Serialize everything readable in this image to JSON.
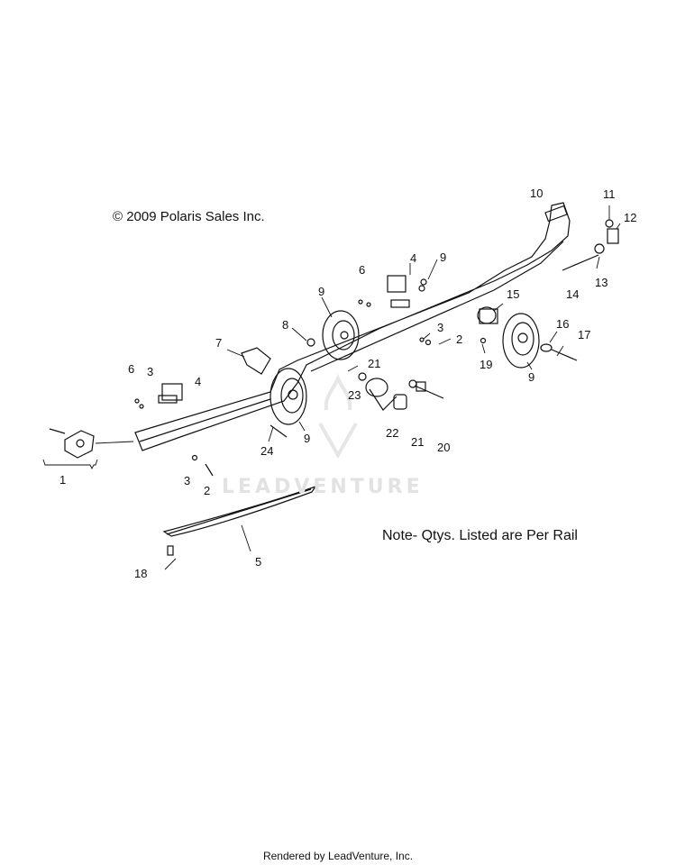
{
  "copyright": "© 2009 Polaris Sales Inc.",
  "note": "Note- Qtys. Listed are Per Rail",
  "footer": "Rendered by LeadVenture, Inc.",
  "watermark": "LEADVENTURE",
  "callouts": [
    "1",
    "2",
    "2",
    "3",
    "3",
    "3",
    "4",
    "4",
    "5",
    "6",
    "6",
    "7",
    "8",
    "9",
    "9",
    "9",
    "9",
    "10",
    "11",
    "12",
    "13",
    "14",
    "15",
    "16",
    "17",
    "18",
    "19",
    "20",
    "21",
    "21",
    "22",
    "23",
    "24"
  ]
}
